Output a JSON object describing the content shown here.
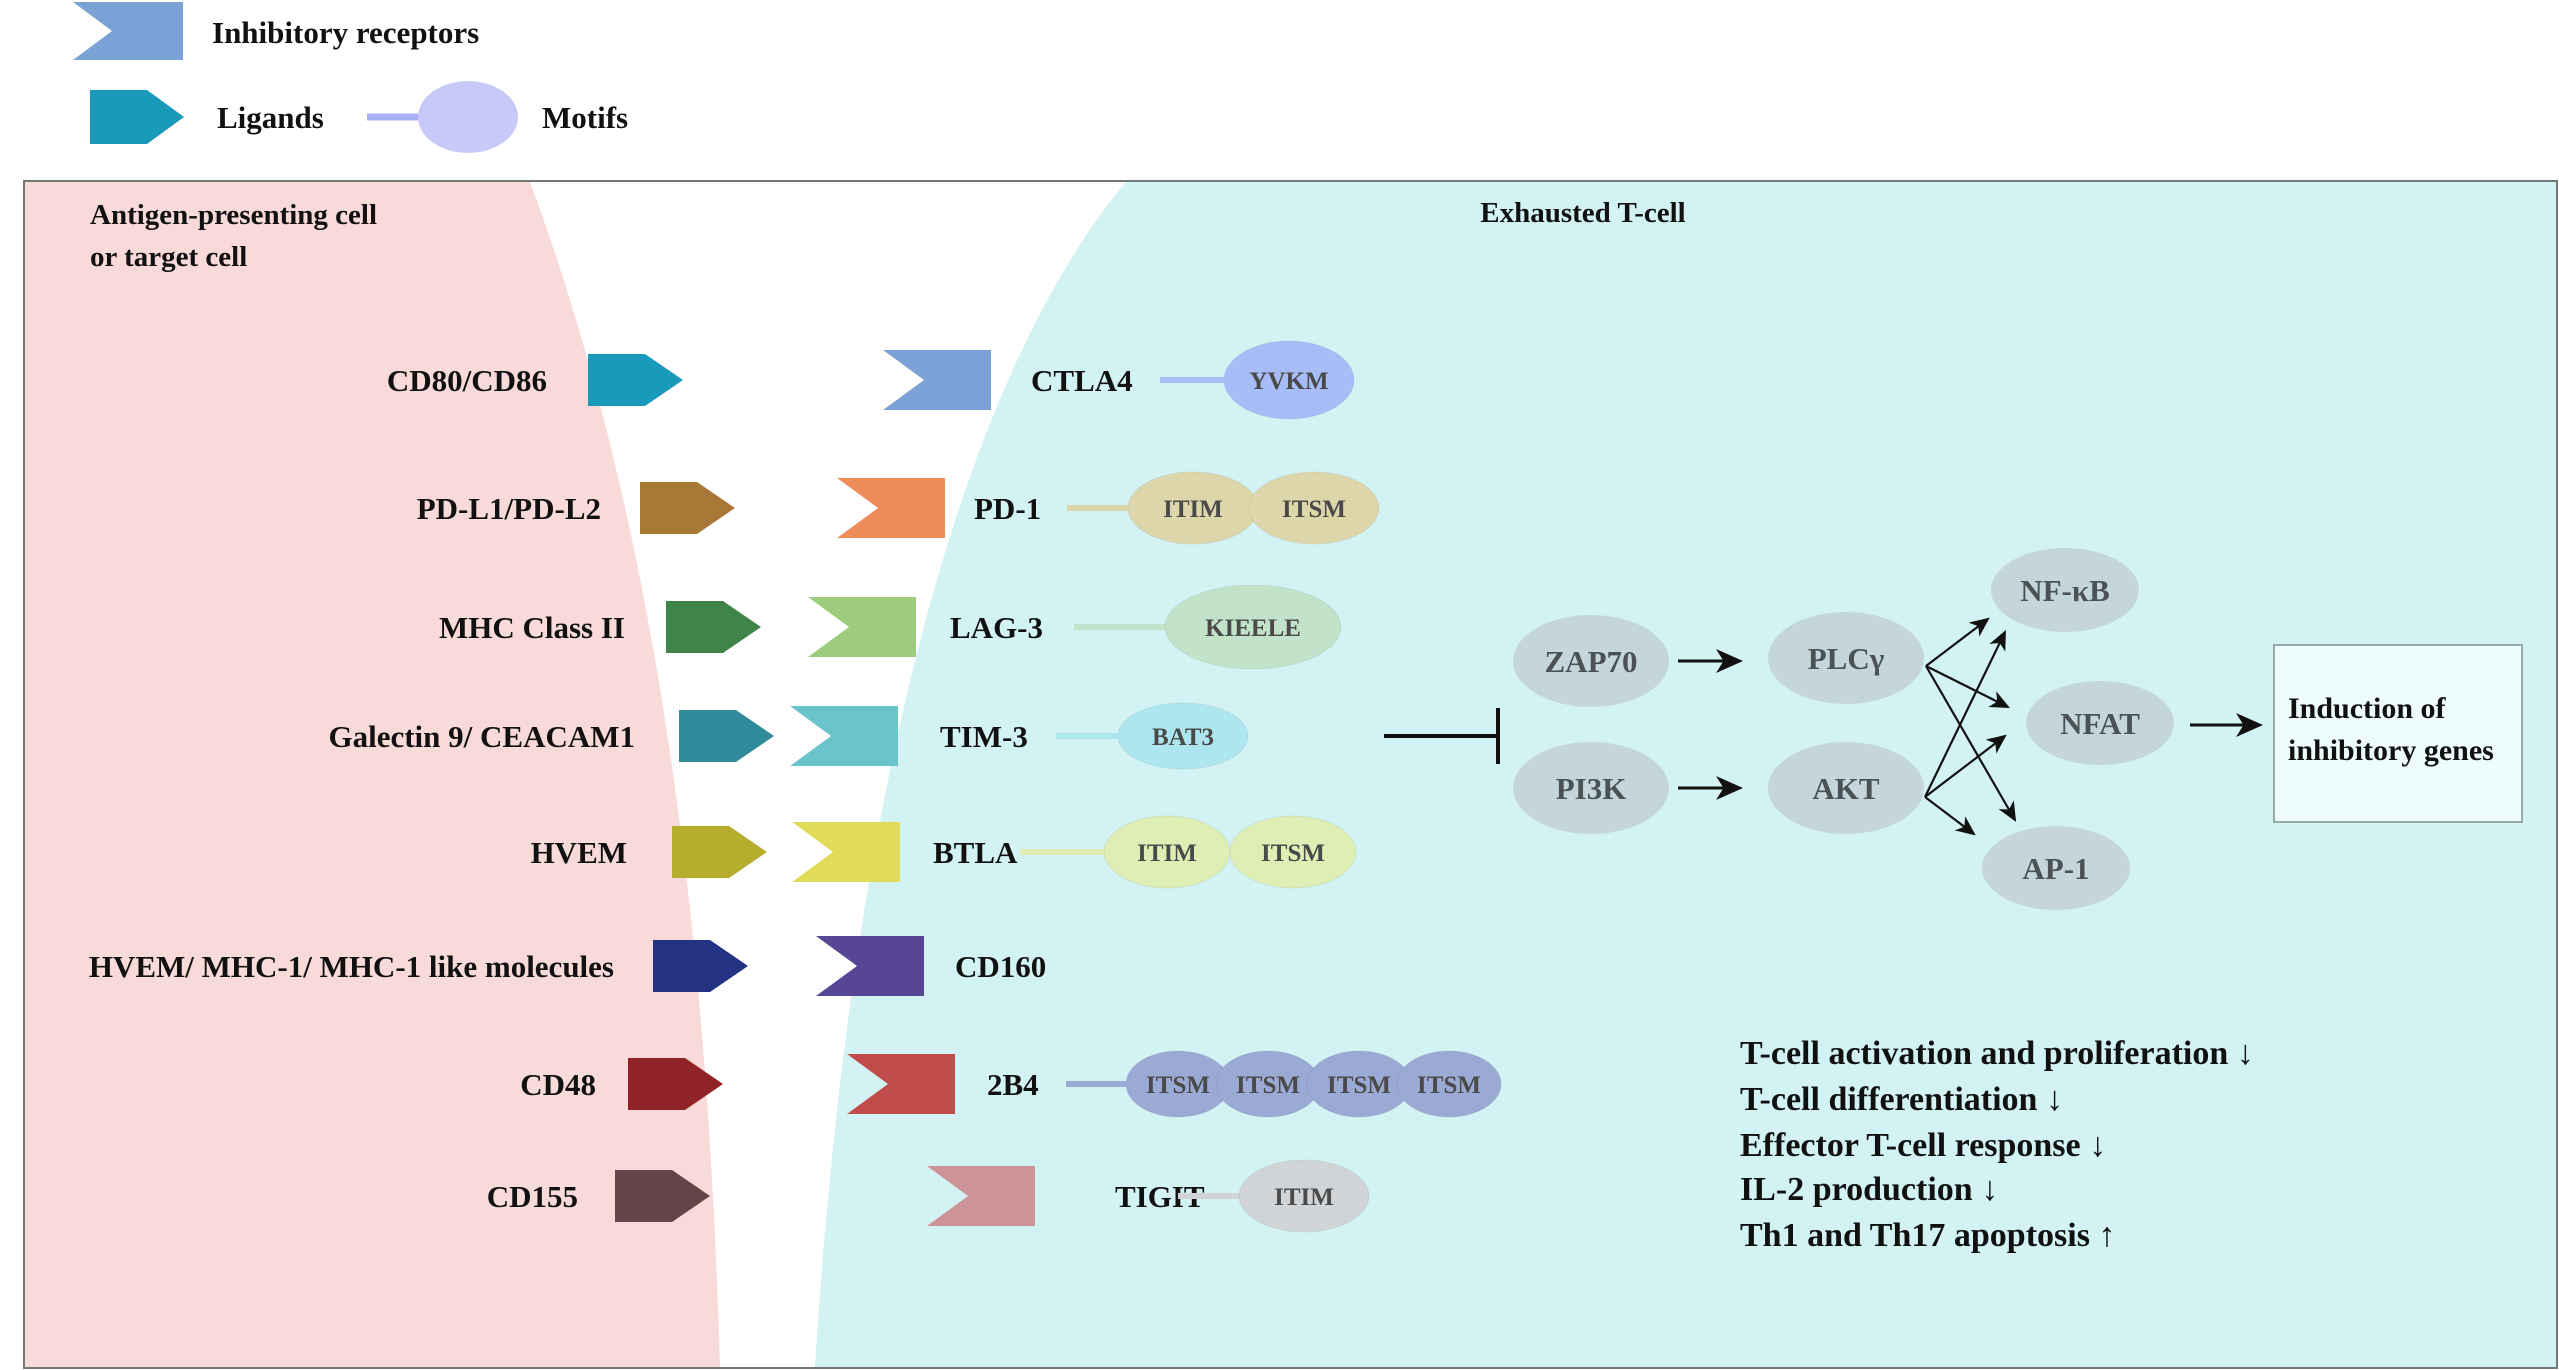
{
  "legend": {
    "receptors_label": "Inhibitory receptors",
    "ligands_label": "Ligands",
    "motifs_label": "Motifs",
    "receptor_color": "#7ba2d6",
    "ligand_color": "#1a9aba",
    "motif_color": "#c7caf9"
  },
  "cells": {
    "apc_line1": "Antigen-presenting cell",
    "apc_line2": "or target cell",
    "tcell": "Exhausted T-cell",
    "apc_color": "#f8dad9",
    "tcell_color": "#d2f2f4"
  },
  "pairs": [
    {
      "ligand": "CD80/CD86",
      "ligand_color": "#1a9aba",
      "receptor": "CTLA4",
      "receptor_color": "#7ba2d6",
      "motif_color": "#a8bdf8",
      "motifs": [
        "YVKM"
      ]
    },
    {
      "ligand": "PD-L1/PD-L2",
      "ligand_color": "#a87936",
      "receptor": "PD-1",
      "receptor_color": "#ef8d5a",
      "motif_color": "#ddd6aa",
      "motifs": [
        "ITIM",
        "ITSM"
      ]
    },
    {
      "ligand": "MHC Class II",
      "ligand_color": "#3f8449",
      "receptor": "LAG-3",
      "receptor_color": "#9ccc7c",
      "motif_color": "#c2e3c9",
      "motifs": [
        "KIEELE"
      ]
    },
    {
      "ligand": "Galectin 9/ CEACAM1",
      "ligand_color": "#2f8a9a",
      "receptor": "TIM-3",
      "receptor_color": "#6bc4cc",
      "motif_color": "#aee6ef",
      "motifs": [
        "BAT3"
      ]
    },
    {
      "ligand": "HVEM",
      "ligand_color": "#b5ad2e",
      "receptor": "BTLA",
      "receptor_color": "#e0dc5a",
      "motif_color": "#dfeeb4",
      "motifs": [
        "ITIM",
        "ITSM"
      ]
    },
    {
      "ligand": "HVEM/ MHC-1/ MHC-1 like molecules",
      "ligand_color": "#233283",
      "receptor": "CD160",
      "receptor_color": "#564694",
      "motif_color": "#9aaad4",
      "motifs": []
    },
    {
      "ligand": "CD48",
      "ligand_color": "#8f2327",
      "receptor": "2B4",
      "receptor_color": "#bf4b4b",
      "motif_color": "#9aaad4",
      "motifs": [
        "ITSM",
        "ITSM",
        "ITSM",
        "ITSM"
      ]
    },
    {
      "ligand": "CD155",
      "ligand_color": "#634549",
      "receptor": "TIGIT",
      "receptor_color": "#cc9499",
      "motif_color": "#d1d4d7",
      "motifs": [
        "ITIM"
      ]
    }
  ],
  "signaling": {
    "nodes": {
      "zap70": "ZAP70",
      "pi3k": "PI3K",
      "plcg": "PLCγ",
      "akt": "AKT",
      "nfkb": "NF-κB",
      "nfat": "NFAT",
      "ap1": "AP-1"
    },
    "node_color": "#c5d6da",
    "result_line1": "Induction of",
    "result_line2": "inhibitory genes"
  },
  "outcomes": [
    "T-cell activation and proliferation ↓",
    "T-cell differentiation ↓",
    "Effector T-cell response ↓",
    "IL-2 production ↓",
    "Th1 and Th17 apoptosis ↑"
  ]
}
